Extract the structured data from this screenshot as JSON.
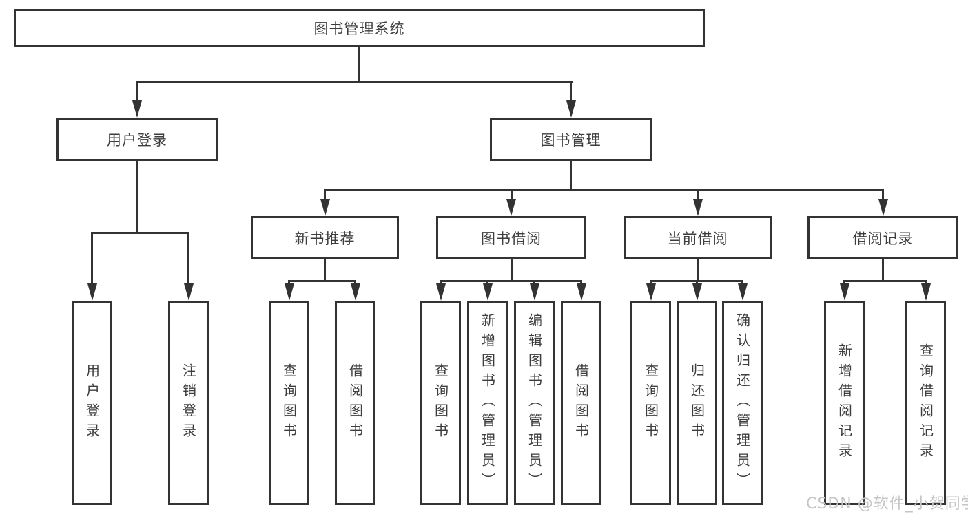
{
  "diagram": {
    "type": "hierarchy-tree",
    "colors": {
      "line": "#333333",
      "box_border": "#333333",
      "box_fill": "#ffffff",
      "text": "#3d3d3d",
      "watermark": "#c6c6c6",
      "background": "#ffffff"
    },
    "tree": {
      "root": {
        "label": "图书管理系统",
        "children": [
          {
            "label": "用户登录",
            "children": [
              {
                "label": "用户登录"
              },
              {
                "label": "注销登录"
              }
            ]
          },
          {
            "label": "图书管理",
            "children": [
              {
                "label": "新书推荐",
                "children": [
                  {
                    "label": "查询图书"
                  },
                  {
                    "label": "借阅图书"
                  }
                ]
              },
              {
                "label": "图书借阅",
                "children": [
                  {
                    "label": "查询图书"
                  },
                  {
                    "label": "新增图书（管理员）"
                  },
                  {
                    "label": "编辑图书（管理员）"
                  },
                  {
                    "label": "借阅图书"
                  }
                ]
              },
              {
                "label": "当前借阅",
                "children": [
                  {
                    "label": "查询图书"
                  },
                  {
                    "label": "归还图书"
                  },
                  {
                    "label": "确认归还（管理员）"
                  }
                ]
              },
              {
                "label": "借阅记录",
                "children": [
                  {
                    "label": "新增借阅记录"
                  },
                  {
                    "label": "查询借阅记录"
                  }
                ]
              }
            ]
          }
        ]
      }
    },
    "watermark": {
      "text": "CSDN @软件_小贺同学"
    }
  }
}
